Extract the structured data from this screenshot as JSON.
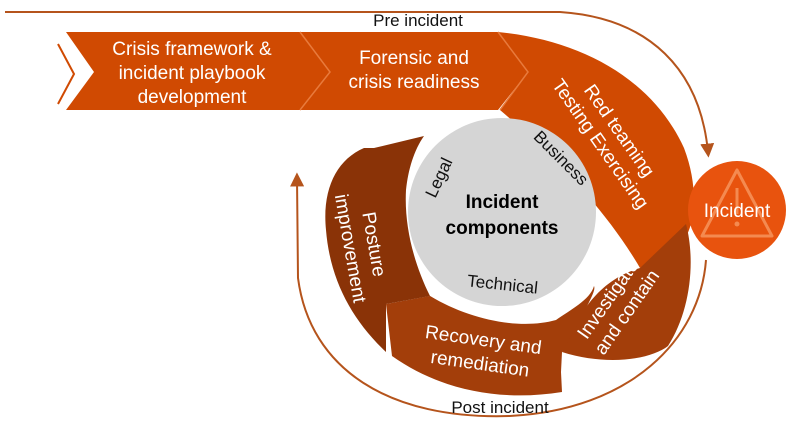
{
  "phases": {
    "pre": "Pre incident",
    "post": "Post incident"
  },
  "stages": {
    "crisis_framework": [
      "Crisis framework &",
      "incident playbook",
      "development"
    ],
    "forensic": [
      "Forensic and",
      "crisis readiness"
    ],
    "red_teaming": [
      "Red teaming",
      "Testing Exercising"
    ],
    "investigate": [
      "Investigate",
      "and contain"
    ],
    "recovery": [
      "Recovery and",
      "remediation"
    ],
    "posture": [
      "Posture",
      "improvement"
    ]
  },
  "incident": {
    "label": "Incident"
  },
  "center": {
    "title": [
      "Incident",
      "components"
    ],
    "components": {
      "legal": "Legal",
      "business": "Business",
      "technical": "Technical"
    }
  },
  "colors": {
    "orange": "#D04A02",
    "orange_light": "#DC5F10",
    "brown": "#A33E0A",
    "brown_dark": "#8A3307",
    "grey_circle": "#D5D5D5",
    "incident_circle": "#E8530E",
    "arrow_line": "#B5541C"
  },
  "icons": {
    "incident": "warning-triangle-icon"
  }
}
